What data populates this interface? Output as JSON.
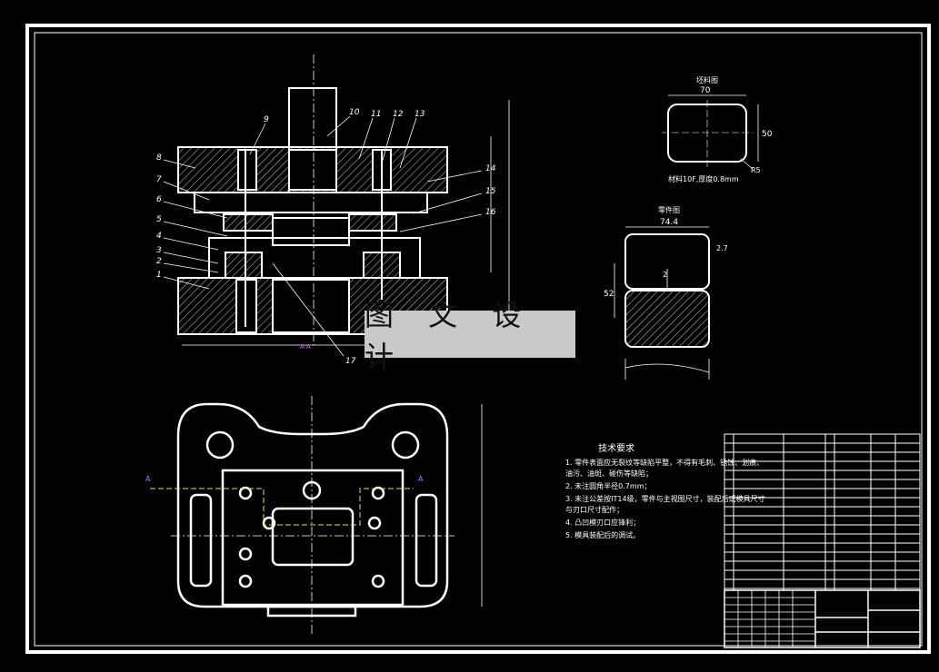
{
  "watermark": "图 文 设 计",
  "part_numbers": [
    "1",
    "2",
    "3",
    "4",
    "5",
    "6",
    "7",
    "8",
    "9",
    "10",
    "11",
    "12",
    "13",
    "14",
    "15",
    "16",
    "17"
  ],
  "blank_view": {
    "title": "坯料图",
    "width": "70",
    "height": "50",
    "radius": "R5",
    "note": "材料10F,厚度0.8mm"
  },
  "part_view": {
    "title": "零件图",
    "width": "74.4",
    "height": "52",
    "thickness": "2.7",
    "inner": "2"
  },
  "tech_requirements": {
    "title": "技术要求",
    "items": [
      "1. 零件表面应无裂纹等缺陷平整，不得有毛刺、锈蚀、划痕、",
      "    油污、油斑、碰伤等缺陷；",
      "2. 未注圆角半径0.7mm；",
      "3. 未注公差按IT14级，零件与主视图尺寸，装配后或模具尺寸",
      "    与刃口尺寸配作；",
      "4. 凸凹模刃口应锋利；",
      "5. 模具装配后的调试。"
    ]
  },
  "section_label": "A-A",
  "section_markers": [
    "A",
    "A"
  ]
}
